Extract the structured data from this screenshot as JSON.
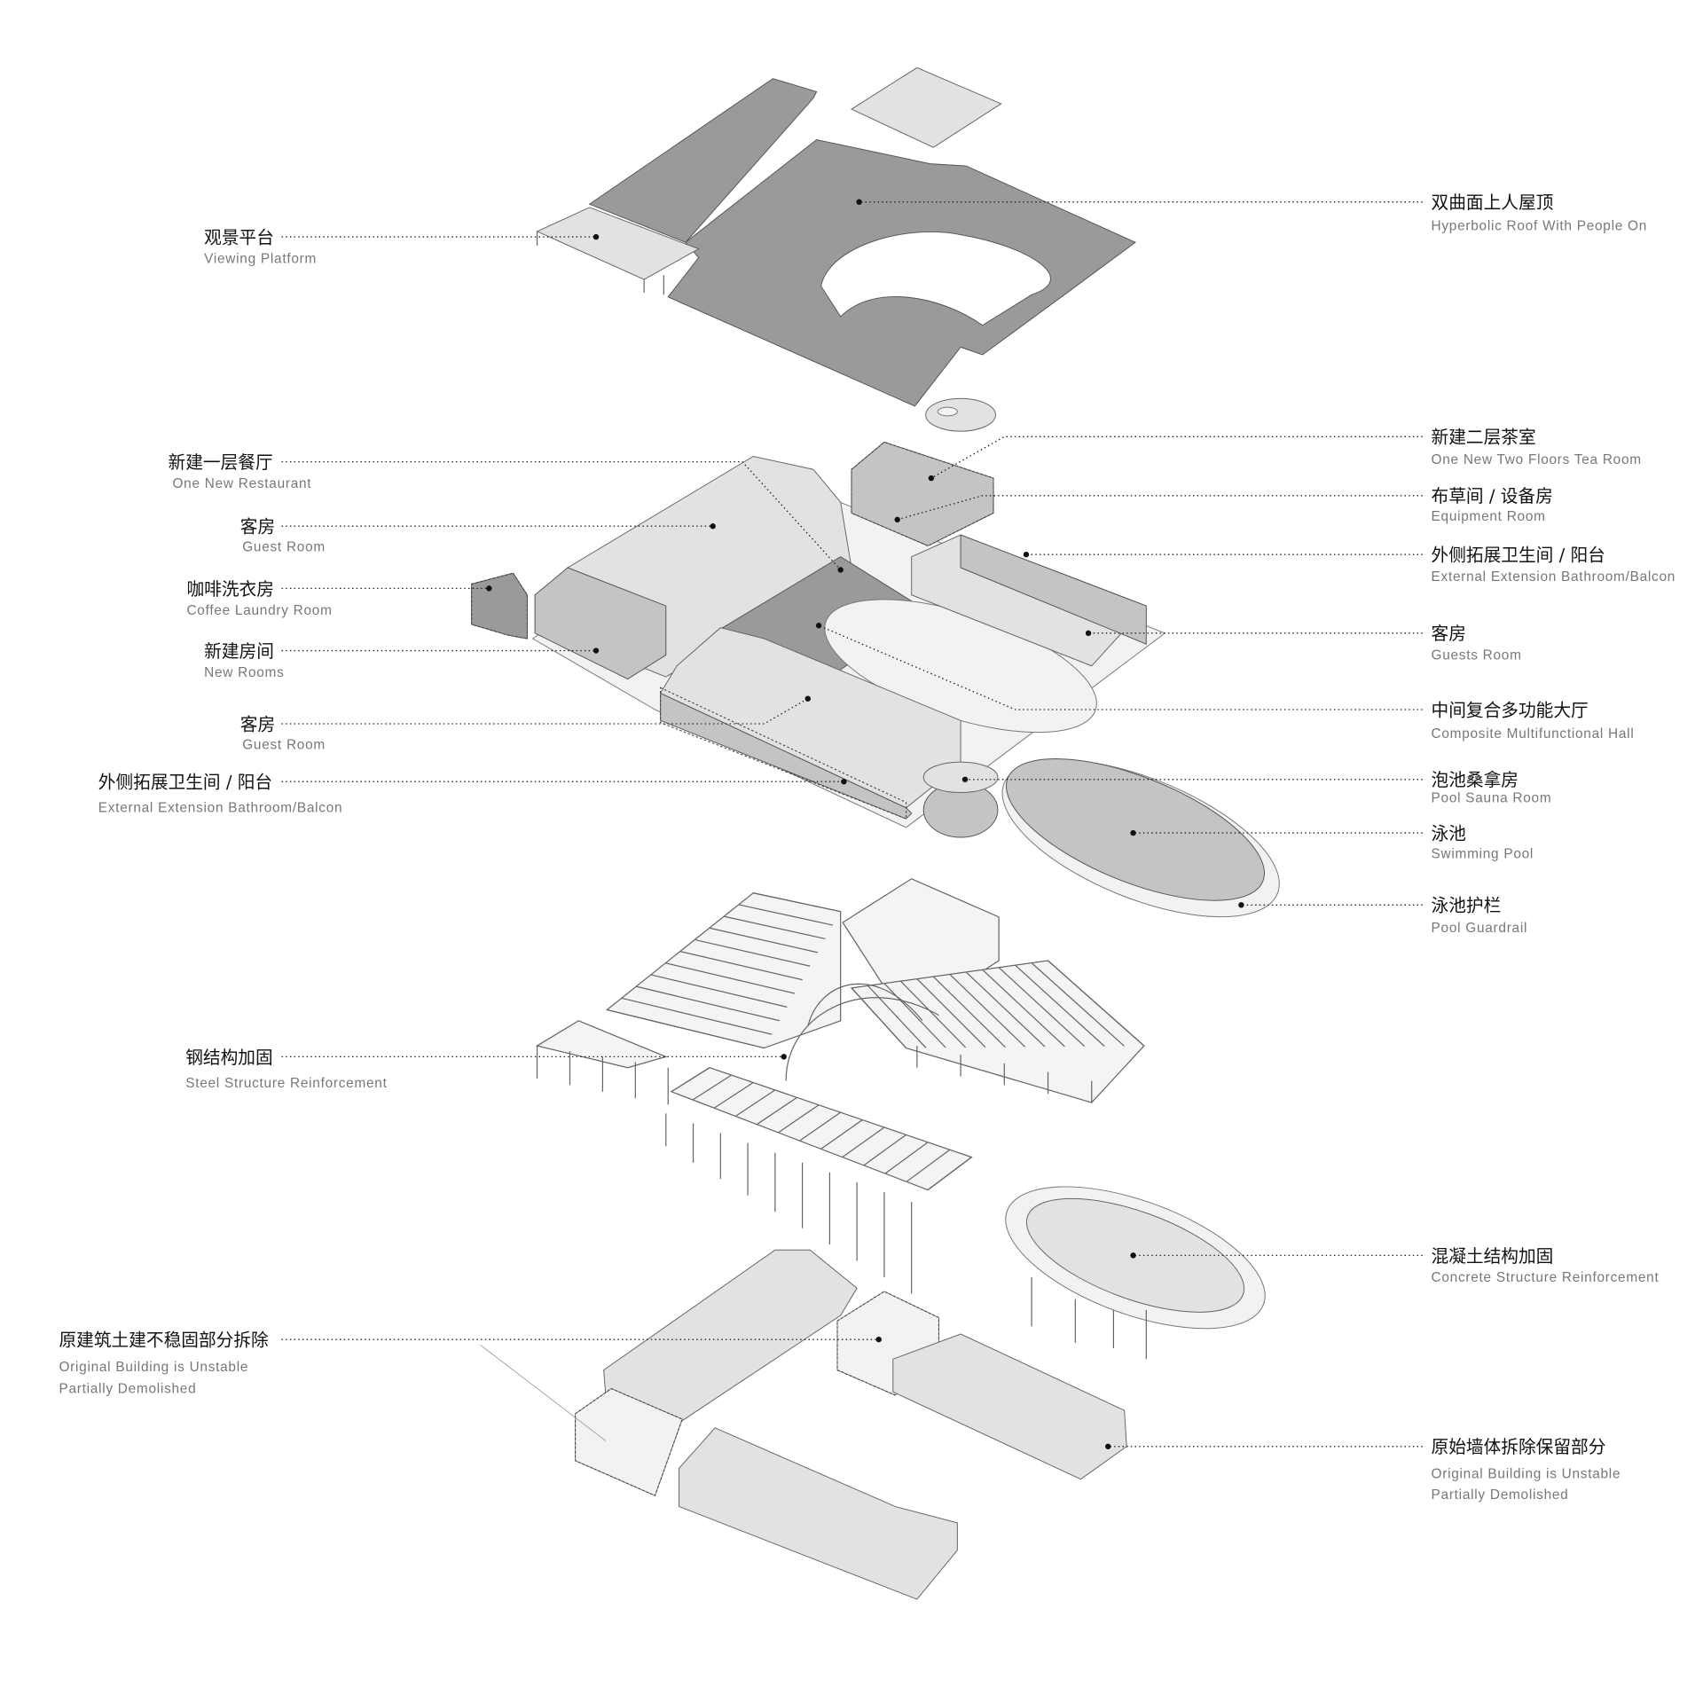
{
  "labels": {
    "viewing_platform": {
      "zh": "观景平台",
      "en": "Viewing Platform"
    },
    "new_restaurant": {
      "zh": "新建一层餐厅",
      "en": "One New Restaurant"
    },
    "guest_room_1": {
      "zh": "客房",
      "en": "Guest Room"
    },
    "coffee_laundry": {
      "zh": "咖啡洗衣房",
      "en": "Coffee Laundry Room"
    },
    "new_rooms": {
      "zh": "新建房间",
      "en": "New Rooms"
    },
    "guest_room_2": {
      "zh": "客房",
      "en": "Guest Room"
    },
    "ext_bath_left": {
      "zh": "外侧拓展卫生间 / 阳台",
      "en": "External Extension Bathroom/Balcon"
    },
    "steel": {
      "zh": "钢结构加固",
      "en": "Steel Structure Reinforcement"
    },
    "demolished": {
      "zh": "原建筑土建不稳固部分拆除",
      "en1": "Original Building is Unstable",
      "en2": "Partially Demolished"
    },
    "roof": {
      "zh": "双曲面上人屋顶",
      "en": "Hyperbolic Roof With People On"
    },
    "tea_room": {
      "zh": "新建二层茶室",
      "en": "One New Two Floors Tea Room"
    },
    "equipment": {
      "zh": "布草间 / 设备房",
      "en": "Equipment Room"
    },
    "ext_bath_right": {
      "zh": "外侧拓展卫生间 / 阳台",
      "en": "External Extension Bathroom/Balcon"
    },
    "guests_room": {
      "zh": "客房",
      "en": "Guests Room"
    },
    "hall": {
      "zh": "中间复合多功能大厅",
      "en": "Composite Multifunctional Hall"
    },
    "sauna": {
      "zh": "泡池桑拿房",
      "en": "Pool Sauna Room"
    },
    "pool": {
      "zh": "泳池",
      "en": "Swimming Pool"
    },
    "guardrail": {
      "zh": "泳池护栏",
      "en": "Pool Guardrail"
    },
    "concrete": {
      "zh": "混凝土结构加固",
      "en": "Concrete Structure Reinforcement"
    },
    "retained": {
      "zh": "原始墙体拆除保留部分",
      "en1": "Original Building is Unstable",
      "en2": "Partially Demolished"
    }
  }
}
